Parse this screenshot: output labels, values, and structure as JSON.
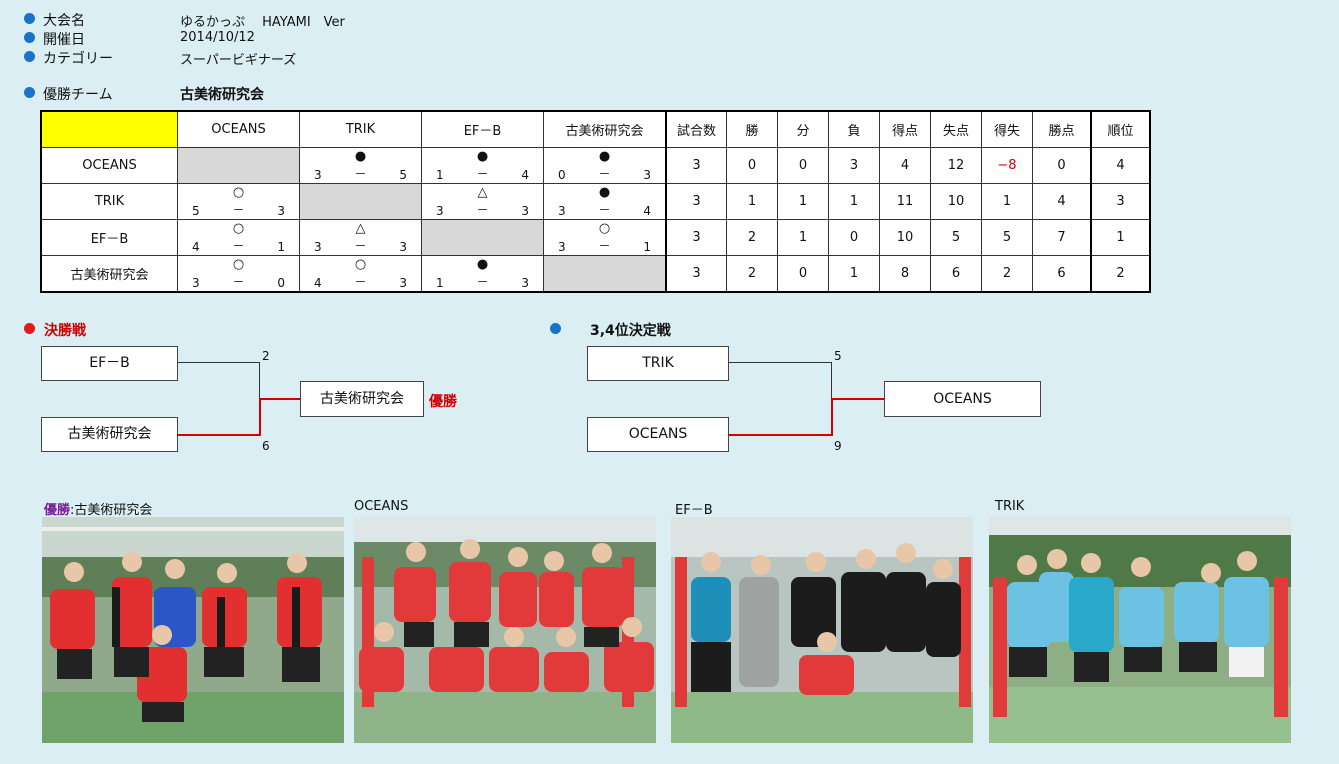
{
  "info": {
    "tournament_label": "大会名",
    "tournament_value": "ゆるかっぷ　 HAYAMI　Ver",
    "date_label": "開催日",
    "date_value": "2014/10/12",
    "category_label": "カテゴリー",
    "category_value": "スーパービギナーズ",
    "champion_label": "優勝チーム",
    "champion_value": "古美術研究会"
  },
  "table": {
    "headers": [
      "OCEANS",
      "TRIK",
      "EF－B",
      "古美術研究会",
      "試合数",
      "勝",
      "分",
      "負",
      "得点",
      "失点",
      "得失",
      "勝点",
      "順位"
    ],
    "rows": [
      {
        "team": "OCEANS",
        "cells": [
          null,
          [
            "●",
            "3",
            "－",
            "5"
          ],
          [
            "●",
            "1",
            "－",
            "4"
          ],
          [
            "●",
            "0",
            "－",
            "3"
          ]
        ],
        "stats": [
          "3",
          "0",
          "0",
          "3",
          "4",
          "12",
          "−8",
          "0",
          "4"
        ]
      },
      {
        "team": "TRIK",
        "cells": [
          [
            "○",
            "5",
            "－",
            "3"
          ],
          null,
          [
            "△",
            "3",
            "－",
            "3"
          ],
          [
            "●",
            "3",
            "－",
            "4"
          ]
        ],
        "stats": [
          "3",
          "1",
          "1",
          "1",
          "11",
          "10",
          "1",
          "4",
          "3"
        ]
      },
      {
        "team": "EF－B",
        "cells": [
          [
            "○",
            "4",
            "－",
            "1"
          ],
          [
            "△",
            "3",
            "－",
            "3"
          ],
          null,
          [
            "○",
            "3",
            "－",
            "1"
          ]
        ],
        "stats": [
          "3",
          "2",
          "1",
          "0",
          "10",
          "5",
          "5",
          "7",
          "1"
        ]
      },
      {
        "team": "古美術研究会",
        "cells": [
          [
            "○",
            "3",
            "－",
            "0"
          ],
          [
            "○",
            "4",
            "－",
            "3"
          ],
          [
            "●",
            "1",
            "－",
            "3"
          ],
          null
        ],
        "stats": [
          "3",
          "2",
          "0",
          "1",
          "8",
          "6",
          "2",
          "6",
          "2"
        ]
      }
    ]
  },
  "final": {
    "title": "決勝戦",
    "team_a": "EF－B",
    "score_a": "2",
    "team_b": "古美術研究会",
    "score_b": "6",
    "winner": "古美術研究会",
    "winner_label": "優勝"
  },
  "third": {
    "title": "3,4位決定戦",
    "team_a": "TRIK",
    "score_a": "5",
    "team_b": "OCEANS",
    "score_b": "9",
    "winner": "OCEANS"
  },
  "photos": [
    {
      "prefix": "優勝",
      "sep": ":",
      "caption": "古美術研究会"
    },
    {
      "caption": "OCEANS"
    },
    {
      "caption": "EF－B"
    },
    {
      "caption": "TRIK"
    }
  ],
  "colors": {
    "accent_blue": "#1a73c8",
    "accent_red": "#e21a1a",
    "highlight": "#ffff00",
    "negative": "#d00000"
  }
}
